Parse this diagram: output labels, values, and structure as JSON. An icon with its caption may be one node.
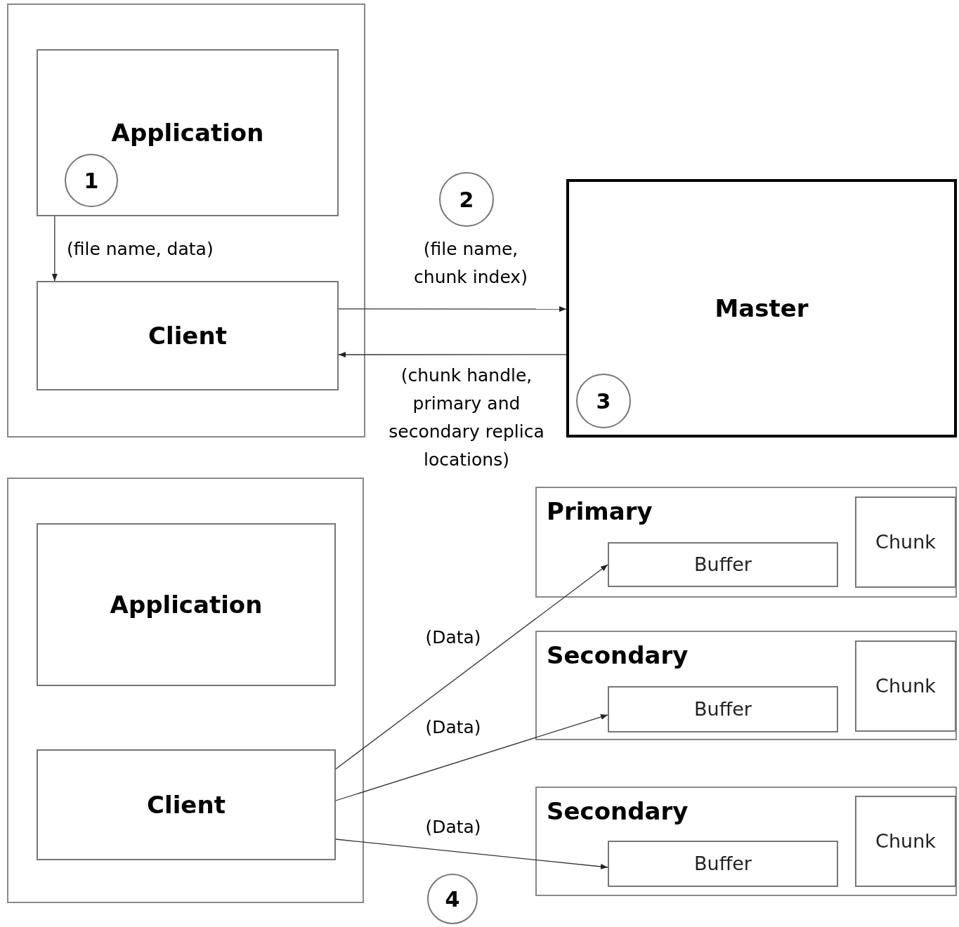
{
  "diagram": {
    "nodes": [
      {
        "text": [],
        "shape": "box"
      },
      {
        "text": [
          "Application"
        ],
        "in": 0
      },
      {
        "text": [
          "Client"
        ],
        "in": 0
      },
      {
        "text": [
          "1"
        ],
        "in": 1
      },
      {
        "text": [
          "Master"
        ]
      },
      {
        "text": [
          "2"
        ]
      },
      {
        "text": [
          "3"
        ],
        "in": 4
      },
      {
        "text": [],
        "shape": "box"
      },
      {
        "text": [
          "Application"
        ],
        "in": 7
      },
      {
        "text": [
          "Client"
        ],
        "in": 7
      },
      {
        "text": [
          "Primary"
        ]
      },
      {
        "text": [
          "Buffer"
        ],
        "in": 10
      },
      {
        "text": [
          "Chunk"
        ],
        "in": 10
      },
      {
        "text": [
          "Secondary"
        ]
      },
      {
        "text": [
          "Buffer"
        ],
        "in": 13
      },
      {
        "text": [
          "Chunk"
        ],
        "in": 13
      },
      {
        "text": [
          "Secondary"
        ]
      },
      {
        "text": [
          "Buffer"
        ],
        "in": 16
      },
      {
        "text": [
          "Chunk"
        ],
        "in": 16
      },
      {
        "text": [
          "4"
        ]
      }
    ],
    "edges": [
      {
        "from": 1,
        "to": 2,
        "arrow": "to",
        "label": "(file name, data)"
      },
      {
        "from": 2,
        "to": 4,
        "arrow": "to",
        "label": "(file name, chunk index)"
      },
      {
        "from": 4,
        "to": 2,
        "arrow": "to",
        "label": "(chunk handle, primary and secondary replica locations)"
      },
      {
        "from": 9,
        "to": 11,
        "arrow": "to",
        "label": "(Data)"
      },
      {
        "from": 9,
        "to": 14,
        "arrow": "to",
        "label": "(Data)"
      },
      {
        "from": 9,
        "to": 17,
        "arrow": "to",
        "label": "(Data)"
      }
    ]
  }
}
